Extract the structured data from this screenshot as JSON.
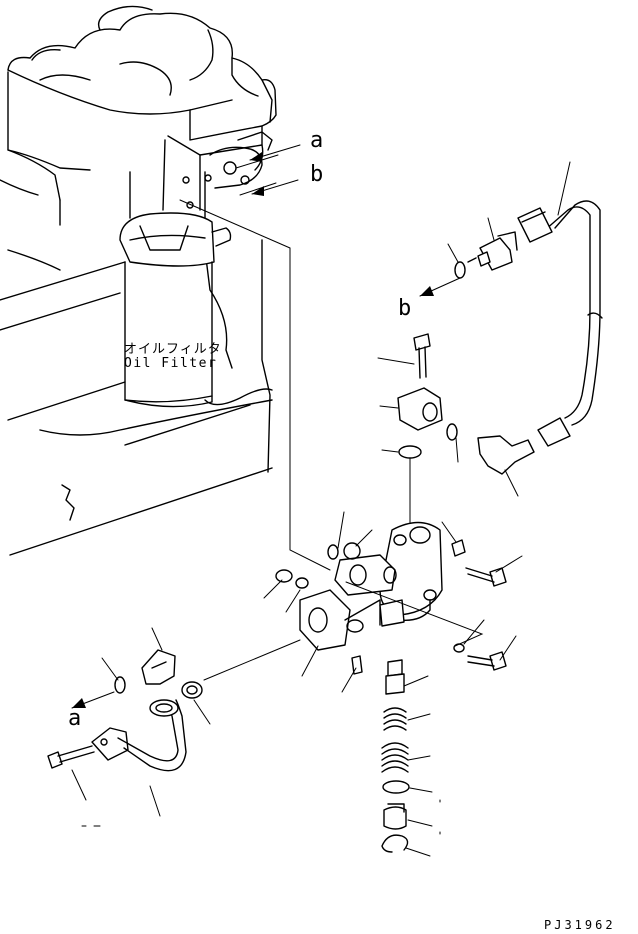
{
  "component_label_jp": "オイルフィルタ",
  "component_label_en": "Oil Filter",
  "arrow_labels": {
    "a": "a",
    "b": "b"
  },
  "drawing_code": "PJ31962"
}
